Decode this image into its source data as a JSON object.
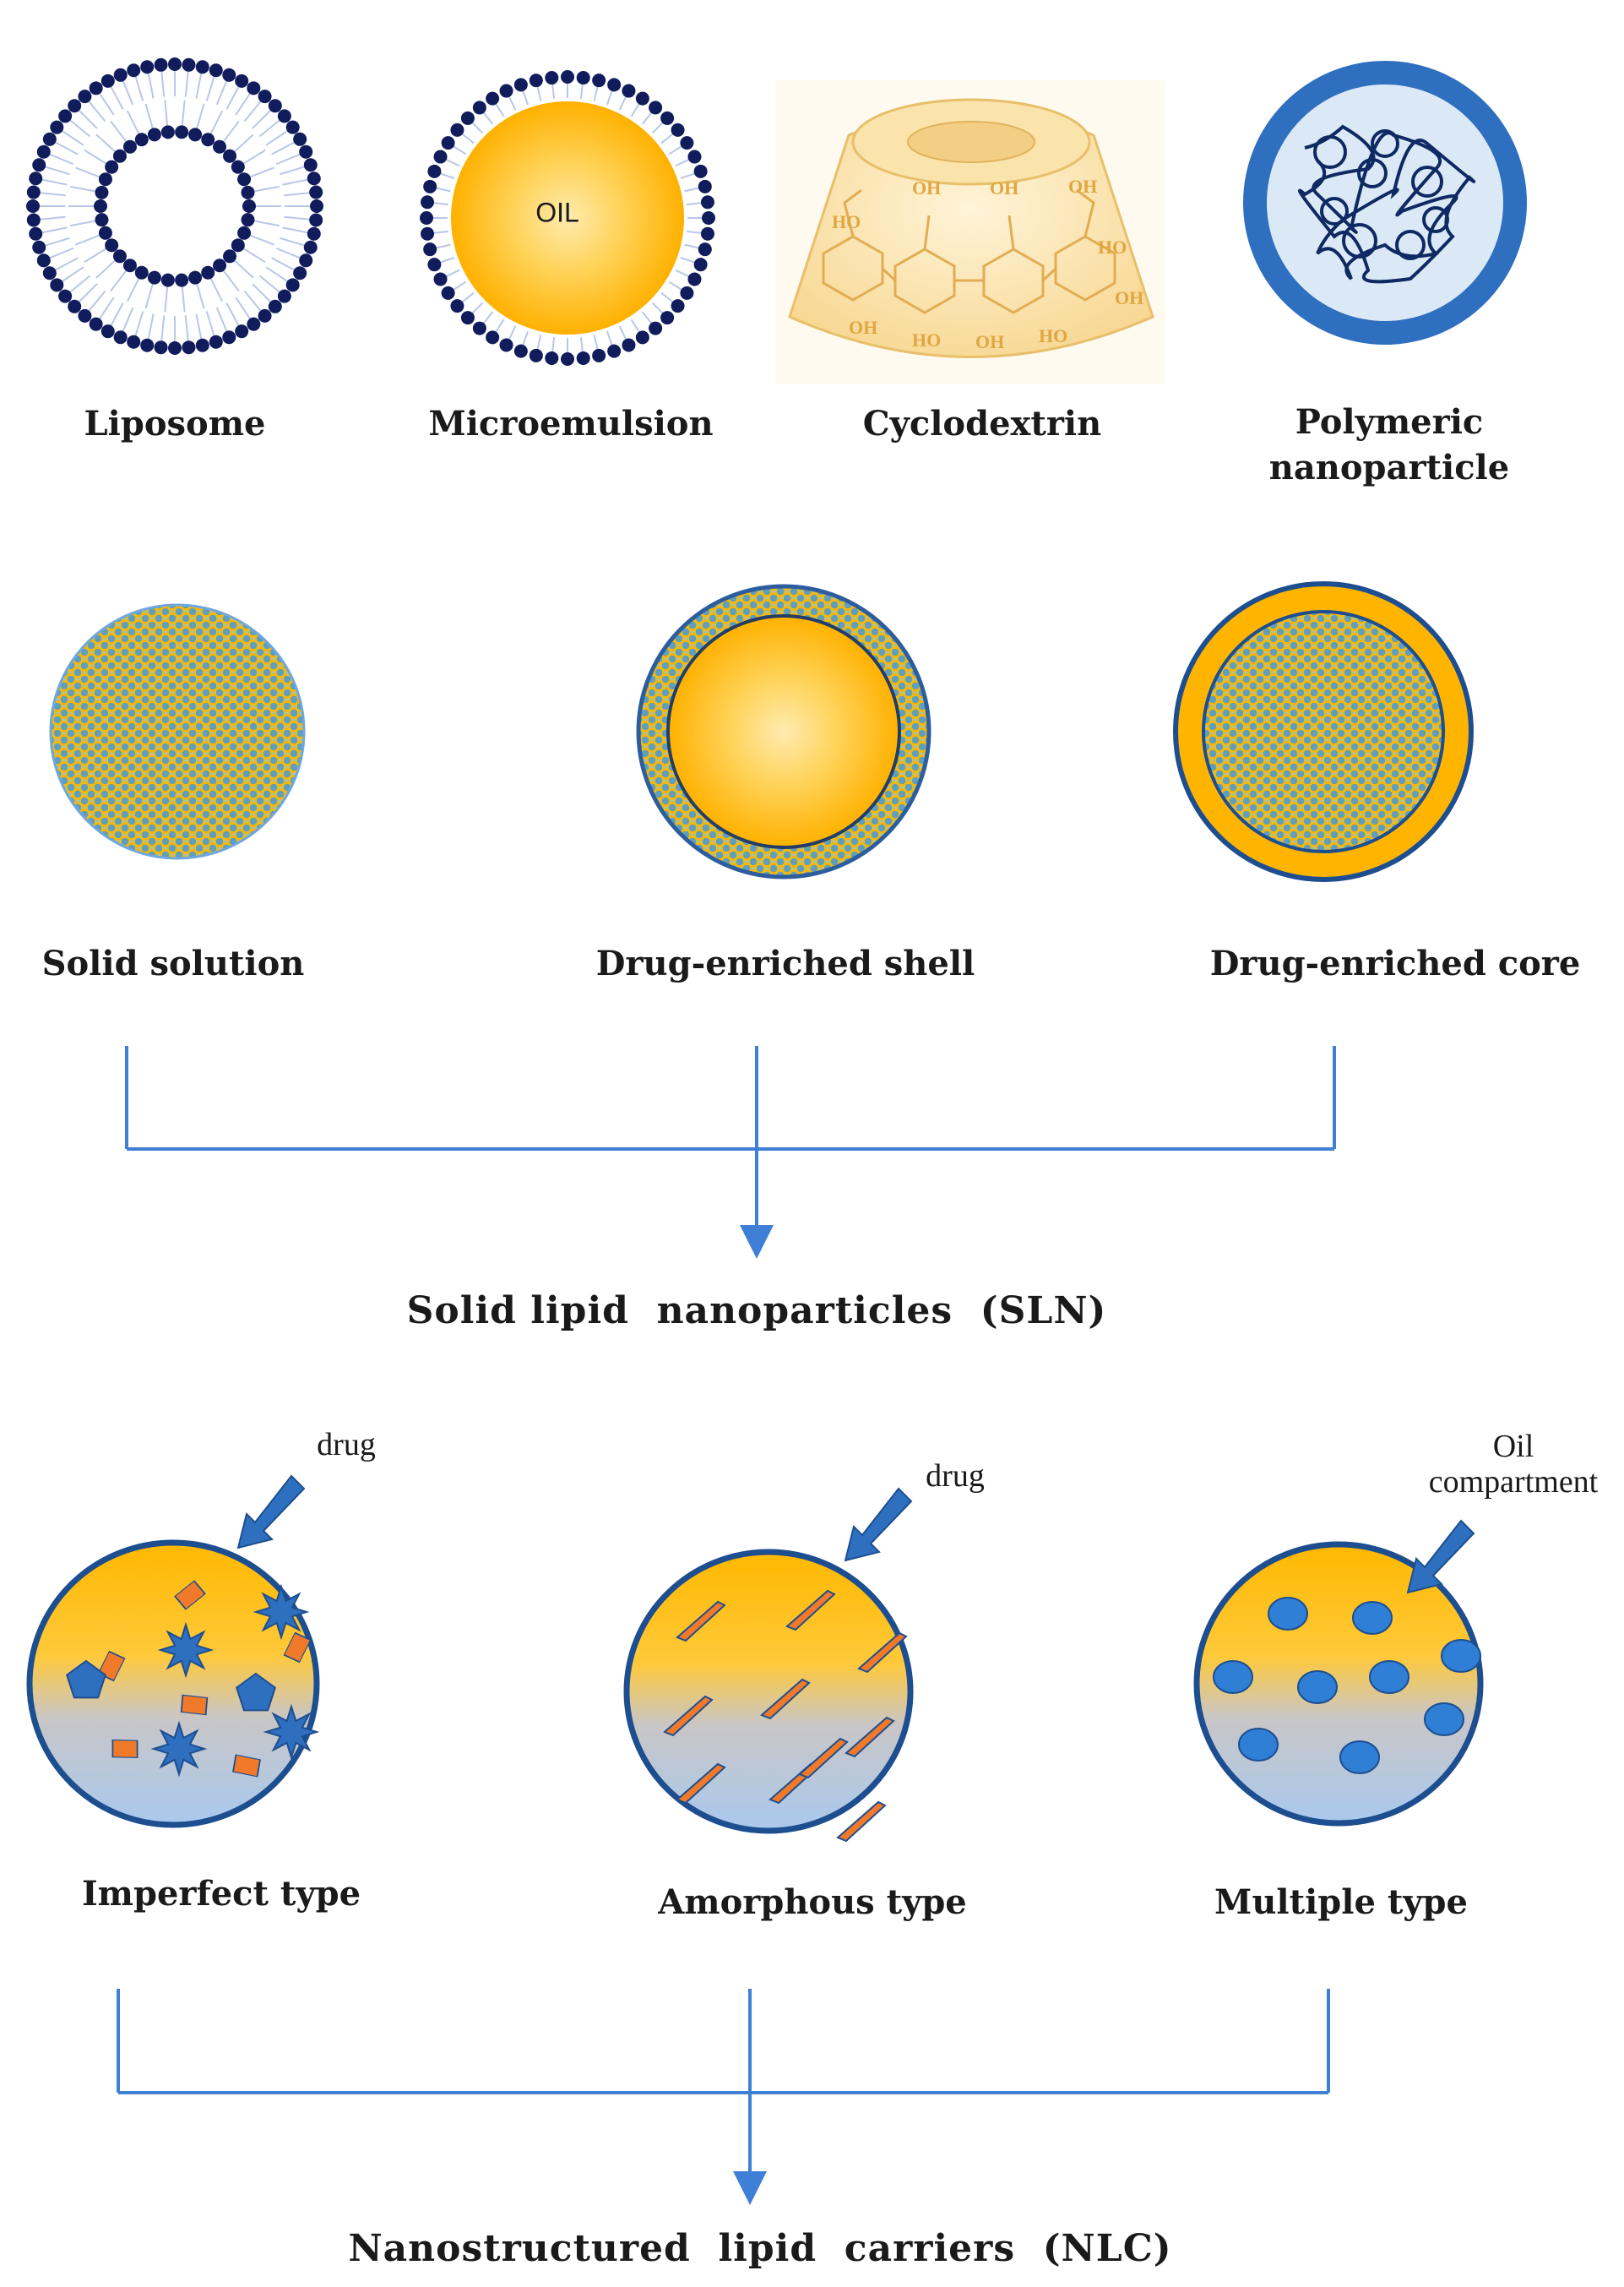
{
  "row1": {
    "liposome_label": "Liposome",
    "microemulsion_label": "Microemulsion",
    "microemulsion_core_text": "OIL",
    "cyclodextrin_label": "Cyclodextrin",
    "cyclodextrin_hydroxyls": [
      "OH",
      "OH",
      "OH",
      "HO",
      "HO",
      "OH",
      "HO",
      "OH",
      "HO",
      "OH"
    ],
    "polymeric_label_line1": "Polymeric",
    "polymeric_label_line2": "nanoparticle"
  },
  "row2": {
    "solid_solution_label": "Solid solution",
    "shell_label": "Drug-enriched shell",
    "core_label": "Drug-enriched core",
    "group_label": "Solid lipid  nanoparticles  (SLN)"
  },
  "row3": {
    "imperfect_label": "Imperfect type",
    "imperfect_annotation": "drug",
    "amorphous_label": "Amorphous type",
    "amorphous_annotation": "drug",
    "multiple_label": "Multiple type",
    "multiple_annotation_line1": "Oil",
    "multiple_annotation_line2": "compartment",
    "group_label": "Nanostructured  lipid  carriers  (NLC)"
  },
  "colors": {
    "lipid_head": "#101c5c",
    "lipid_tail": "#b9c7e6",
    "oil_orange": "#ffb400",
    "oil_light": "#ffe9a8",
    "shell_blue": "#2f6fbf",
    "outline_blue": "#1d4e8f",
    "connector_blue": "#3f7fd6",
    "crystal_orange": "#f07a2a",
    "pattern_teal": "#5c9fc2"
  }
}
